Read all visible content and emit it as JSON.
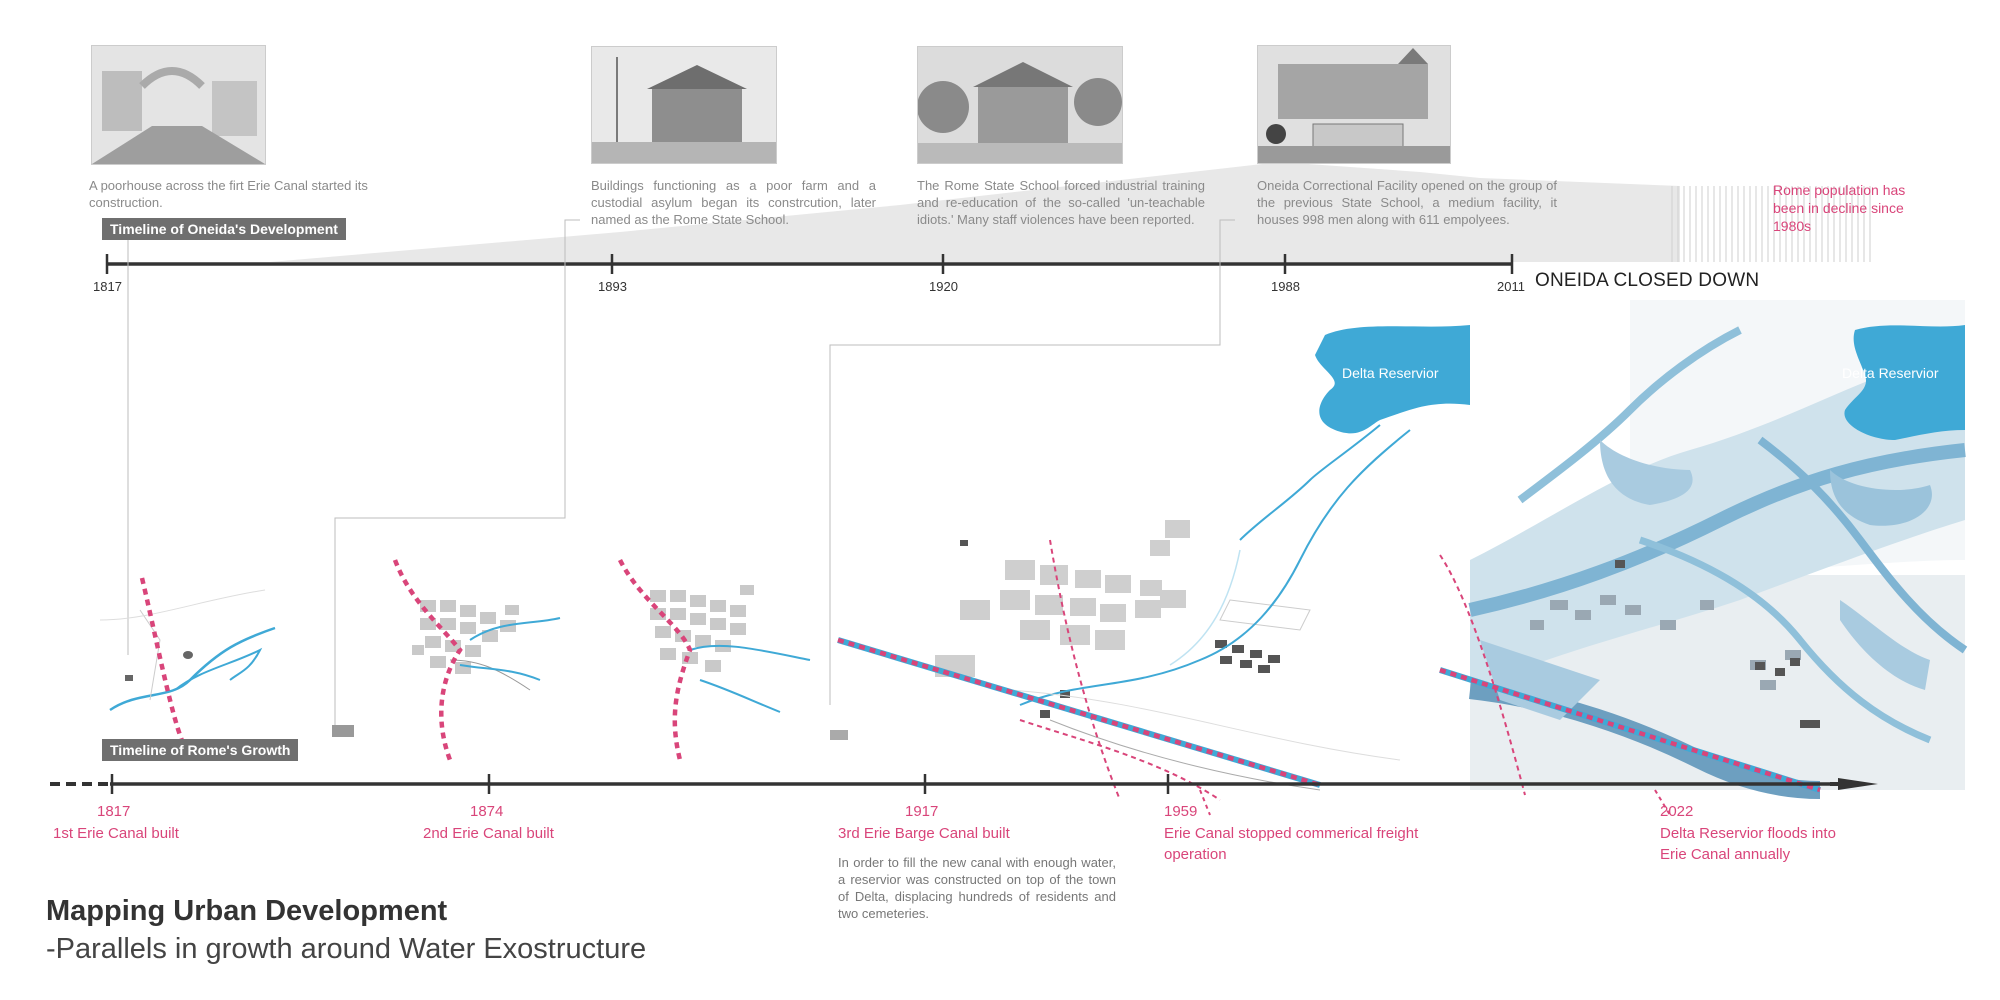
{
  "top_timeline": {
    "tag": "Timeline of Oneida's Development",
    "years": [
      "1817",
      "1893",
      "1920",
      "1988",
      "2011"
    ],
    "closed_label": "ONEIDA CLOSED DOWN",
    "events": [
      {
        "text": "A poorhouse across the firt Erie Canal started its construction."
      },
      {
        "text": "Buildings functioning as a poor farm and a custodial asylum began its constrcution, later named as the Rome State School."
      },
      {
        "text": "The Rome State School forced industrial training and re-education of the so-called 'un-teachable idiots.' Many staff violences have been reported."
      },
      {
        "text": "Oneida Correctional Facility opened on the group of the previous State School, a medium facility, it houses 998 men along with 611 empolyees."
      }
    ],
    "population_note": "Rome population has been in decline since 1980s"
  },
  "maps": {
    "reservoir_label_1": "Delta Reservior",
    "reservoir_label_2": "Delta Reservior"
  },
  "bottom_timeline": {
    "tag": "Timeline of Rome's Growth",
    "events": [
      {
        "year": "1817",
        "label": "1st Erie Canal built"
      },
      {
        "year": "1874",
        "label": "2nd Erie Canal built"
      },
      {
        "year": "1917",
        "label": "3rd Erie Barge Canal built",
        "note": "In order to fill the new canal with enough water, a reservior was constructed on top of the town of Delta, displacing hundreds of residents and two cemeteries."
      },
      {
        "year": "1959",
        "label": "Erie Canal stopped commerical freight operation"
      },
      {
        "year": "2022",
        "label": "Delta Reservior floods into Erie Canal annually"
      }
    ]
  },
  "title": {
    "main": "Mapping Urban Development",
    "sub": "-Parallels in growth around Water Exostructure"
  },
  "colors": {
    "accent": "#d9457a",
    "water": "#3fa9d6",
    "timeline": "#333333",
    "grey_fill": "#e6e6e6"
  }
}
